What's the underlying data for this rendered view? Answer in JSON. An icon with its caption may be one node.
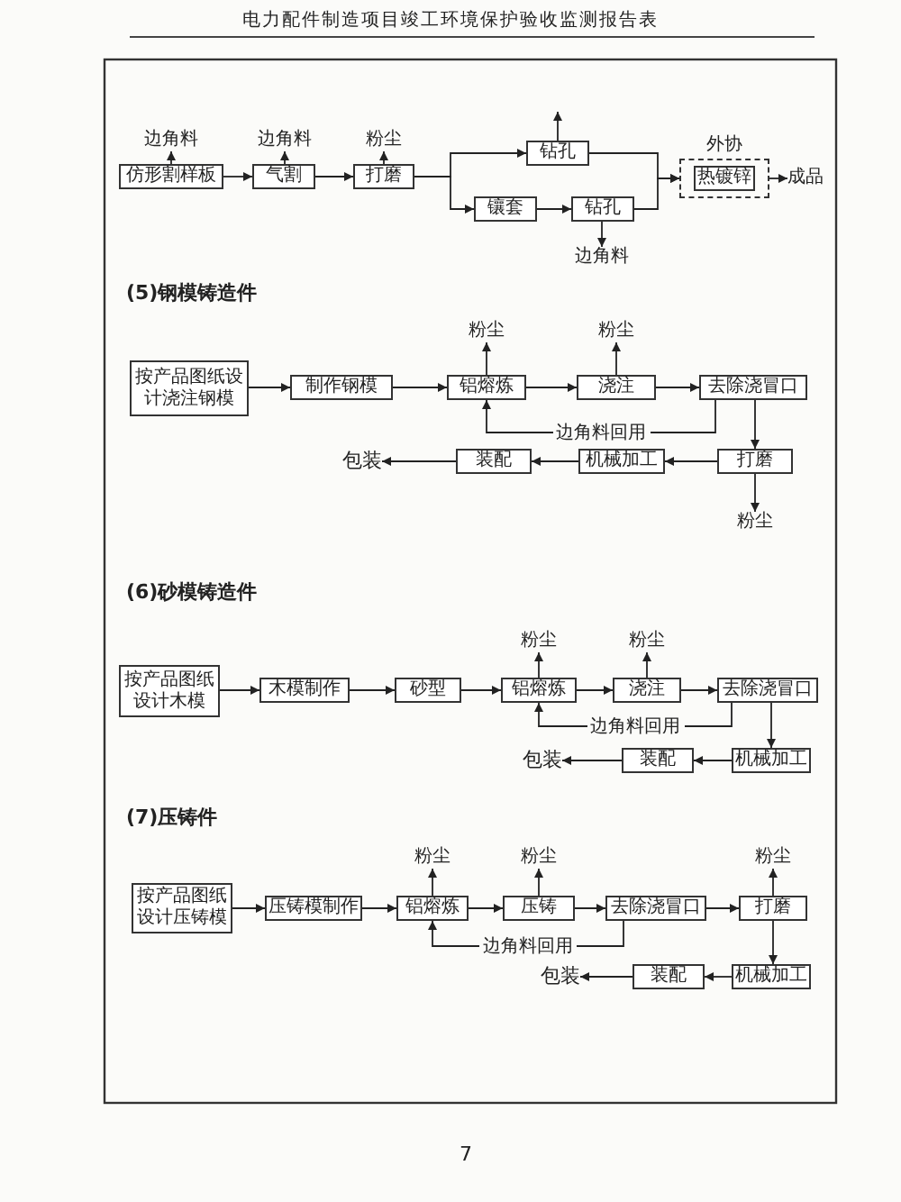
{
  "diagram": {
    "title": "电力配件制造项目竣工环境保护验收监测报告表",
    "nodes": [
      {
        "text": [
          "仿形割样板"
        ]
      },
      {
        "text": [
          "边角料"
        ]
      },
      {
        "text": [
          "气割"
        ]
      },
      {
        "text": [
          "边角料"
        ]
      },
      {
        "text": [
          "打磨"
        ]
      },
      {
        "text": [
          "粉尘"
        ]
      },
      {
        "text": [
          "钻孔"
        ]
      },
      {
        "text": [
          "镶套"
        ]
      },
      {
        "text": [
          "钻孔"
        ]
      },
      {
        "text": [
          "边角料"
        ]
      },
      {
        "text": [],
        "shape": "box",
        "beside": [
          "外协"
        ]
      },
      {
        "text": [
          "热镀锌"
        ],
        "in": 10
      },
      {
        "text": [
          "成品"
        ]
      },
      {
        "text": [
          "按产品图纸设计浇注钢模"
        ]
      },
      {
        "text": [
          "制作钢模"
        ]
      },
      {
        "text": [
          "铝熔炼"
        ]
      },
      {
        "text": [
          "粉尘"
        ]
      },
      {
        "text": [
          "浇注"
        ]
      },
      {
        "text": [
          "粉尘"
        ]
      },
      {
        "text": [
          "去除浇冒口"
        ]
      },
      {
        "text": [
          "打磨"
        ]
      },
      {
        "text": [
          "粉尘"
        ]
      },
      {
        "text": [
          "机械加工"
        ]
      },
      {
        "text": [
          "装配"
        ]
      },
      {
        "text": [
          "包装"
        ]
      },
      {
        "text": [
          "按产品图纸设计木模"
        ]
      },
      {
        "text": [
          "木模制作"
        ]
      },
      {
        "text": [
          "砂型"
        ]
      },
      {
        "text": [
          "铝熔炼"
        ]
      },
      {
        "text": [
          "粉尘"
        ]
      },
      {
        "text": [
          "浇注"
        ]
      },
      {
        "text": [
          "粉尘"
        ]
      },
      {
        "text": [
          "去除浇冒口"
        ]
      },
      {
        "text": [
          "机械加工"
        ]
      },
      {
        "text": [
          "装配"
        ]
      },
      {
        "text": [
          "包装"
        ]
      },
      {
        "text": [
          "按产品图纸设计压铸模"
        ]
      },
      {
        "text": [
          "压铸模制作"
        ]
      },
      {
        "text": [
          "铝熔炼"
        ]
      },
      {
        "text": [
          "粉尘"
        ]
      },
      {
        "text": [
          "压铸"
        ]
      },
      {
        "text": [
          "粉尘"
        ]
      },
      {
        "text": [
          "去除浇冒口"
        ]
      },
      {
        "text": [
          "打磨"
        ]
      },
      {
        "text": [
          "粉尘"
        ]
      },
      {
        "text": [
          "机械加工"
        ]
      },
      {
        "text": [
          "装配"
        ]
      },
      {
        "text": [
          "包装"
        ]
      }
    ],
    "edges": [
      {
        "from": 0,
        "to": 1,
        "arrow": "to"
      },
      {
        "from": 2,
        "to": 3,
        "arrow": "to"
      },
      {
        "from": 4,
        "to": 5,
        "arrow": "to"
      },
      {
        "from": 0,
        "to": 2,
        "arrow": "to"
      },
      {
        "from": 2,
        "to": 4,
        "arrow": "to"
      },
      {
        "from": 4,
        "to": 6,
        "arrow": "to"
      },
      {
        "from": 4,
        "to": 7,
        "arrow": "to"
      },
      {
        "from": 7,
        "to": 8,
        "arrow": "to"
      },
      {
        "from": 6,
        "to": null,
        "arrow": "to"
      },
      {
        "from": 8,
        "to": 9,
        "arrow": "to"
      },
      {
        "from": 6,
        "to": 10,
        "arrow": "to"
      },
      {
        "from": 8,
        "to": 10,
        "arrow": "to"
      },
      {
        "from": 10,
        "to": 12,
        "arrow": "to"
      },
      {
        "from": 13,
        "to": 14,
        "arrow": "to"
      },
      {
        "from": 14,
        "to": 15,
        "arrow": "to"
      },
      {
        "from": 15,
        "to": 16,
        "arrow": "to"
      },
      {
        "from": 15,
        "to": 17,
        "arrow": "to"
      },
      {
        "from": 17,
        "to": 18,
        "arrow": "to"
      },
      {
        "from": 17,
        "to": 19,
        "arrow": "to"
      },
      {
        "from": 19,
        "to": 15,
        "arrow": "to",
        "label": "边角料回用"
      },
      {
        "from": 19,
        "to": 20,
        "arrow": "to"
      },
      {
        "from": 20,
        "to": 21,
        "arrow": "to"
      },
      {
        "from": 20,
        "to": 22,
        "arrow": "to"
      },
      {
        "from": 22,
        "to": 23,
        "arrow": "to"
      },
      {
        "from": 23,
        "to": 24,
        "arrow": "to"
      },
      {
        "from": 25,
        "to": 26,
        "arrow": "to"
      },
      {
        "from": 26,
        "to": 27,
        "arrow": "to"
      },
      {
        "from": 27,
        "to": 28,
        "arrow": "to"
      },
      {
        "from": 28,
        "to": 29,
        "arrow": "to"
      },
      {
        "from": 28,
        "to": 30,
        "arrow": "to"
      },
      {
        "from": 30,
        "to": 31,
        "arrow": "to"
      },
      {
        "from": 30,
        "to": 32,
        "arrow": "to"
      },
      {
        "from": 32,
        "to": 28,
        "arrow": "to",
        "label": "边角料回用"
      },
      {
        "from": 32,
        "to": 33,
        "arrow": "to"
      },
      {
        "from": 33,
        "to": 34,
        "arrow": "to"
      },
      {
        "from": 34,
        "to": 35,
        "arrow": "to"
      },
      {
        "from": 36,
        "to": 37,
        "arrow": "to"
      },
      {
        "from": 37,
        "to": 38,
        "arrow": "to"
      },
      {
        "from": 38,
        "to": 39,
        "arrow": "to"
      },
      {
        "from": 38,
        "to": 40,
        "arrow": "to"
      },
      {
        "from": 40,
        "to": 41,
        "arrow": "to"
      },
      {
        "from": 40,
        "to": 42,
        "arrow": "to"
      },
      {
        "from": 42,
        "to": 38,
        "arrow": "to",
        "label": "边角料回用"
      },
      {
        "from": 42,
        "to": 43,
        "arrow": "to"
      },
      {
        "from": 43,
        "to": 44,
        "arrow": "to"
      },
      {
        "from": 43,
        "to": 45,
        "arrow": "to"
      },
      {
        "from": 45,
        "to": 46,
        "arrow": "to"
      },
      {
        "from": 46,
        "to": 47,
        "arrow": "to"
      }
    ],
    "labels": [
      "(5)钢模铸造件",
      "(6)砂模铸造件",
      "(7)压铸件",
      "7"
    ]
  }
}
